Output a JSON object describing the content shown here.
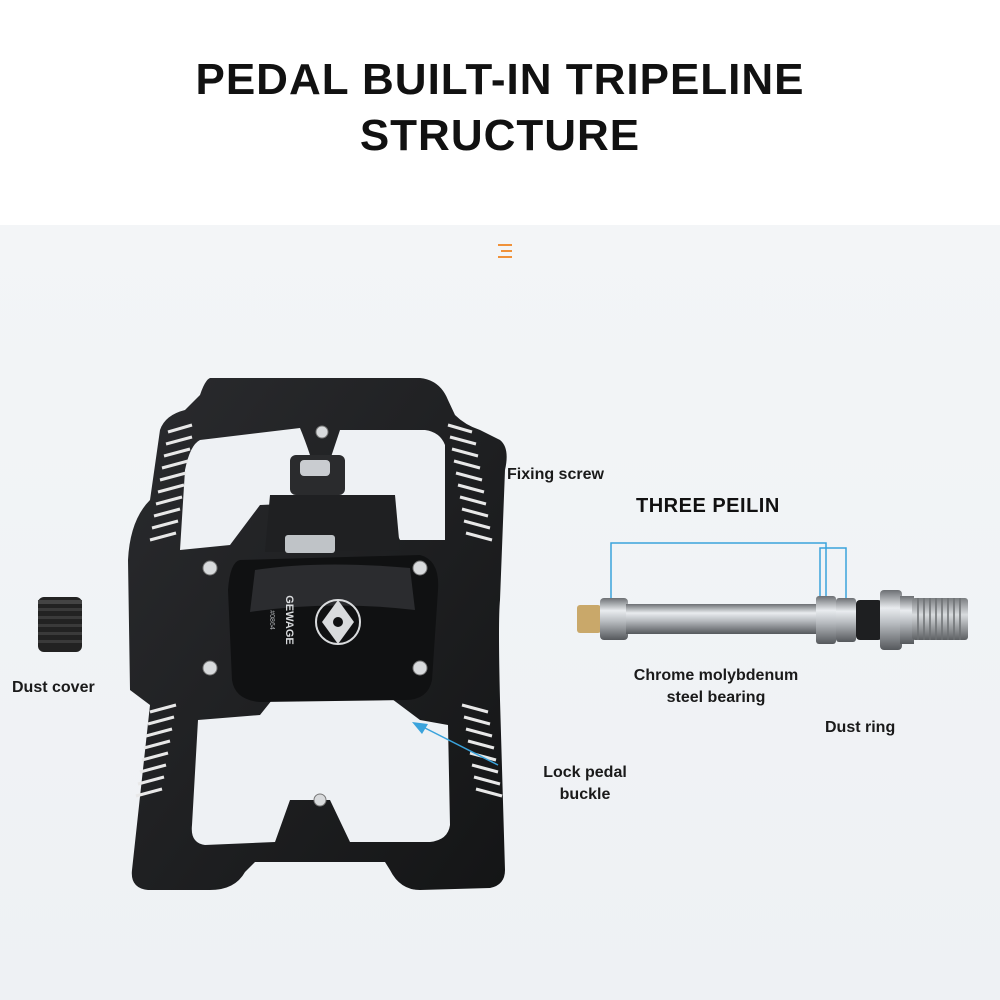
{
  "title": {
    "line1": "PEDAL BUILT-IN TRIPELINE",
    "line2": "STRUCTURE"
  },
  "labels": {
    "fixing_screw": "Fixing screw",
    "three_peilin": "THREE PEILIN",
    "dust_cover": "Dust cover",
    "bearing_line1": "Chrome molybdenum",
    "bearing_line2": "steel bearing",
    "dust_ring": "Dust ring",
    "lock_line1": "Lock pedal",
    "lock_line2": "buckle"
  },
  "brand": {
    "name": "GEWAGE",
    "sub": "#0864"
  },
  "icons": {
    "menu": "menu-icon",
    "arrow": "arrow-icon"
  },
  "colors": {
    "accent_orange": "#f0923a",
    "callout_blue": "#3aa3dc",
    "pedal_body": "#1b1c1e"
  }
}
